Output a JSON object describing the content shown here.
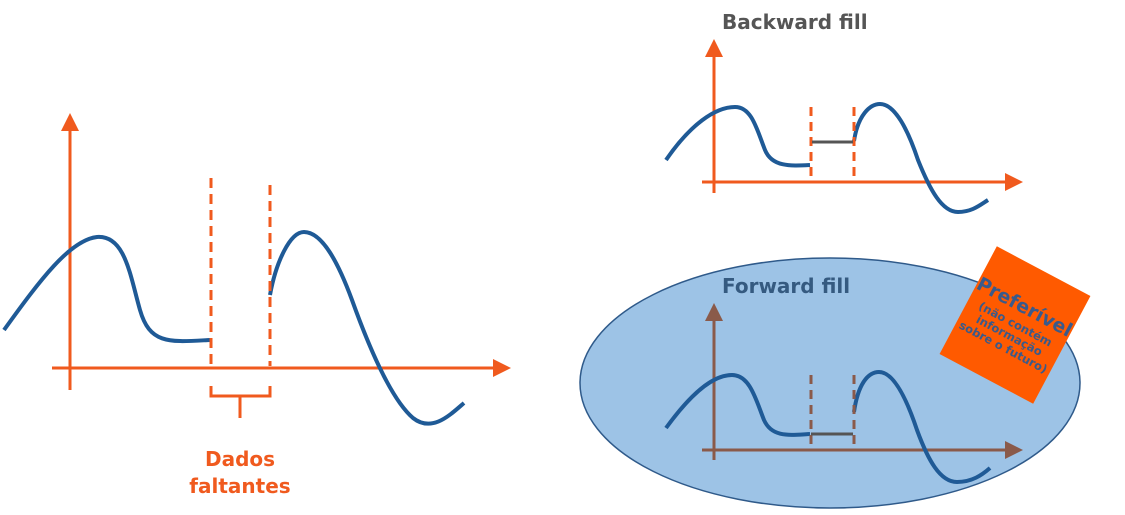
{
  "labels": {
    "missing_data_line1": "Dados",
    "missing_data_line2": "faltantes",
    "backward_fill_title": "Backward fill",
    "forward_fill_title": "Forward fill",
    "badge_title": "Preferível",
    "badge_note": "(não contém informação sobre o futuro)"
  },
  "colors": {
    "axis_orange": "#f05a1e",
    "axis_brown": "#8a5a4a",
    "signal_blue": "#1f5a96",
    "fill_gray": "#555555",
    "highlight_ellipse": "#9dc3e6",
    "highlight_ellipse_stroke": "#2f5a8a",
    "badge_bg": "#ff5a00",
    "badge_text": "#3a5a8a",
    "title_gray": "#555555",
    "title_blue": "#355a80"
  }
}
